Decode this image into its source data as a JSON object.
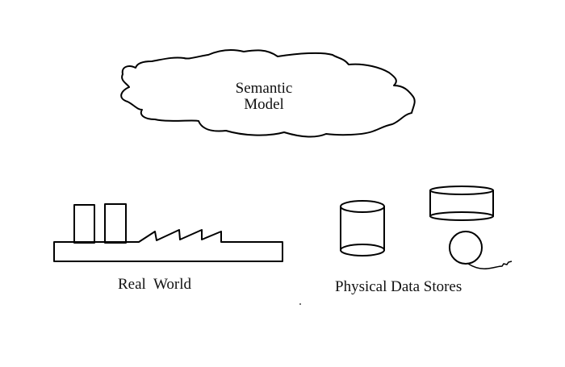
{
  "diagram": {
    "semantic_model": {
      "line1": "Semantic",
      "line2": "Model"
    },
    "real_world": {
      "label": "Real  World"
    },
    "physical_data_stores": {
      "label": "Physical Data Stores"
    }
  }
}
